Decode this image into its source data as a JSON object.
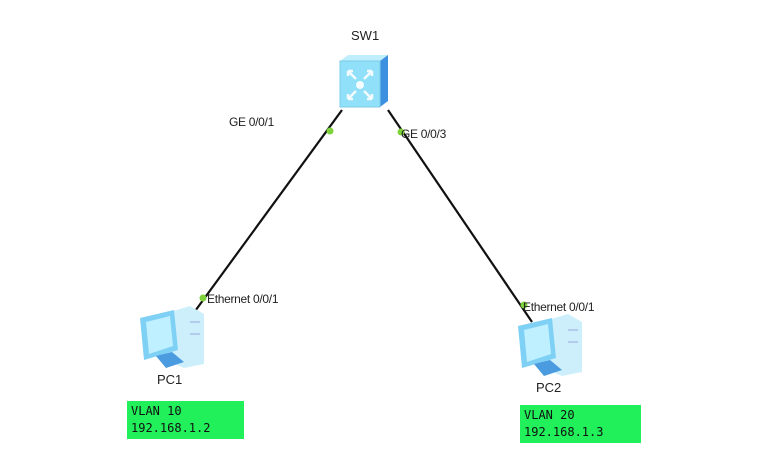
{
  "devices": {
    "sw1": {
      "name": "SW1",
      "type": "switch-icon"
    },
    "pc1": {
      "name": "PC1",
      "type": "pc-icon"
    },
    "pc2": {
      "name": "PC2",
      "type": "pc-icon"
    }
  },
  "links": [
    {
      "from": "SW1",
      "from_port": "GE 0/0/1",
      "to": "PC1",
      "to_port": "Ethernet 0/0/1"
    },
    {
      "from": "SW1",
      "from_port": "GE 0/0/3",
      "to": "PC2",
      "to_port": "Ethernet 0/0/1"
    }
  ],
  "notes": {
    "pc1": {
      "vlan": "VLAN 10",
      "ip": "192.168.1.2"
    },
    "pc2": {
      "vlan": "VLAN 20",
      "ip": "192.168.1.3"
    }
  },
  "colors": {
    "link": "#111111",
    "port_dot": "#7ed23a",
    "note_bg": "#21f05a"
  }
}
